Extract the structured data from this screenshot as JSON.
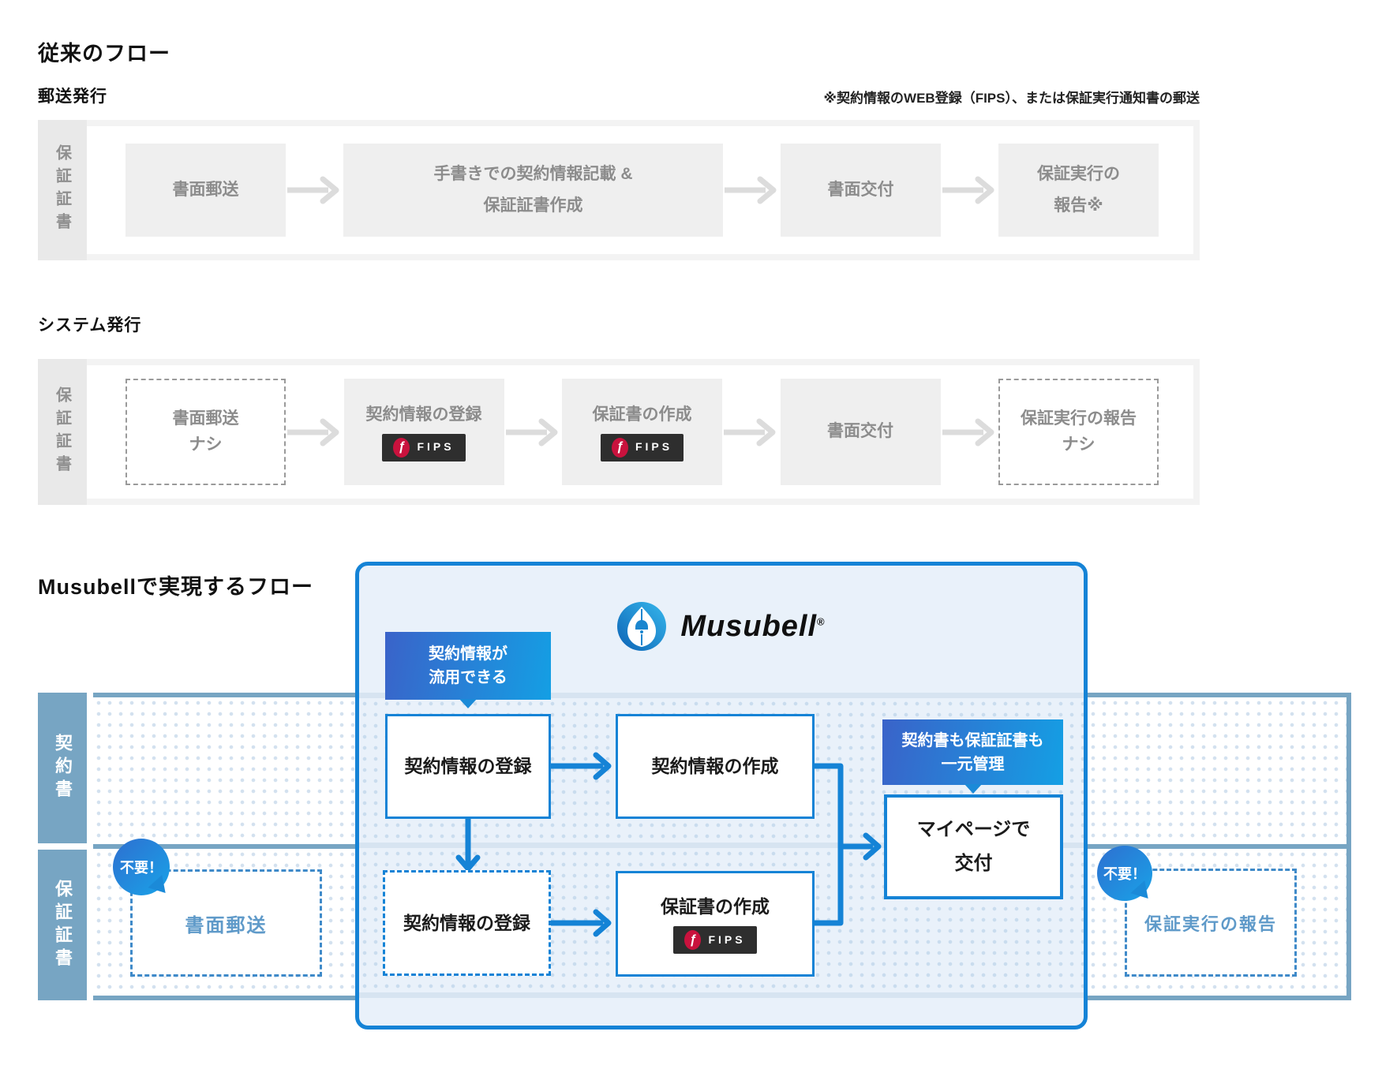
{
  "colors": {
    "accent_blue": "#1583d6",
    "band_steel_blue": "#77a5c3",
    "badge_gradient_start": "#3a63c9",
    "badge_gradient_end": "#149fe4",
    "fips_red": "#c9123d",
    "fips_dark": "#2e2e2e",
    "gray_box": "#efefef",
    "gray_text": "#8c8c8c"
  },
  "brand": {
    "fips": "FIPS",
    "musubell": "Musubell",
    "registered": "®"
  },
  "legacy": {
    "title": "従来のフロー",
    "mail": {
      "heading": "郵送発行",
      "note": "※契約情報のWEB登録（FIPS）、または保証実行通知書の郵送",
      "row_label": "保証証書",
      "step1": "書面郵送",
      "step2_line1": "手書きでの契約情報記載 &",
      "step2_line2": "保証証書作成",
      "step3": "書面交付",
      "step4_line1": "保証実行の",
      "step4_line2": "報告※"
    },
    "system": {
      "heading": "システム発行",
      "row_label": "保証証書",
      "step1_line1": "書面郵送",
      "step1_line2": "ナシ",
      "step2": "契約情報の登録",
      "step3": "保証書の作成",
      "step4": "書面交付",
      "step5_line1": "保証実行の報告",
      "step5_line2": "ナシ"
    }
  },
  "musubell": {
    "title": "Musubellで実現するフロー",
    "row_contract": "契約書",
    "row_guarantee": "保証証書",
    "badge_reuse_line1": "契約情報が",
    "badge_reuse_line2": "流用できる",
    "badge_manage_line1": "契約書も保証証書も",
    "badge_manage_line2": "一元管理",
    "bubble_left": "不要！",
    "bubble_right": "不要！",
    "register_contract": "契約情報の登録",
    "create_contract": "契約情報の作成",
    "register_guarantee": "契約情報の登録",
    "create_guarantee": "保証書の作成",
    "mypage_line1": "マイページで",
    "mypage_line2": "交付",
    "skip_mail": "書面郵送",
    "skip_report": "保証実行の報告"
  }
}
